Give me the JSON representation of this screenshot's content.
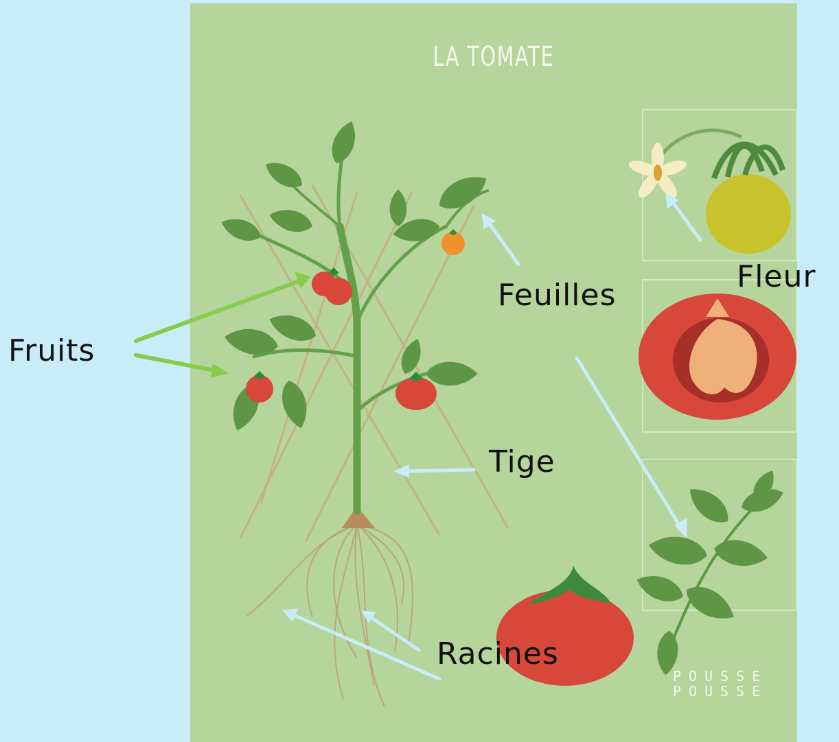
{
  "title": "LA TOMATE",
  "labels": {
    "fruits": "Fruits",
    "feuilles": "Feuilles",
    "fleur": "Fleur",
    "tige": "Tige",
    "racines": "Racines"
  },
  "brand": {
    "line1": "POUSSE",
    "line2": "POUSSE"
  },
  "colors": {
    "background": "#c8ecf8",
    "poster": "#b5d59c",
    "leaf": "#5f9645",
    "stem": "#64a049",
    "tomato": "#d9463a",
    "fruit_arrow": "#88cc4e",
    "label_arrow": "#c8ecf8"
  }
}
